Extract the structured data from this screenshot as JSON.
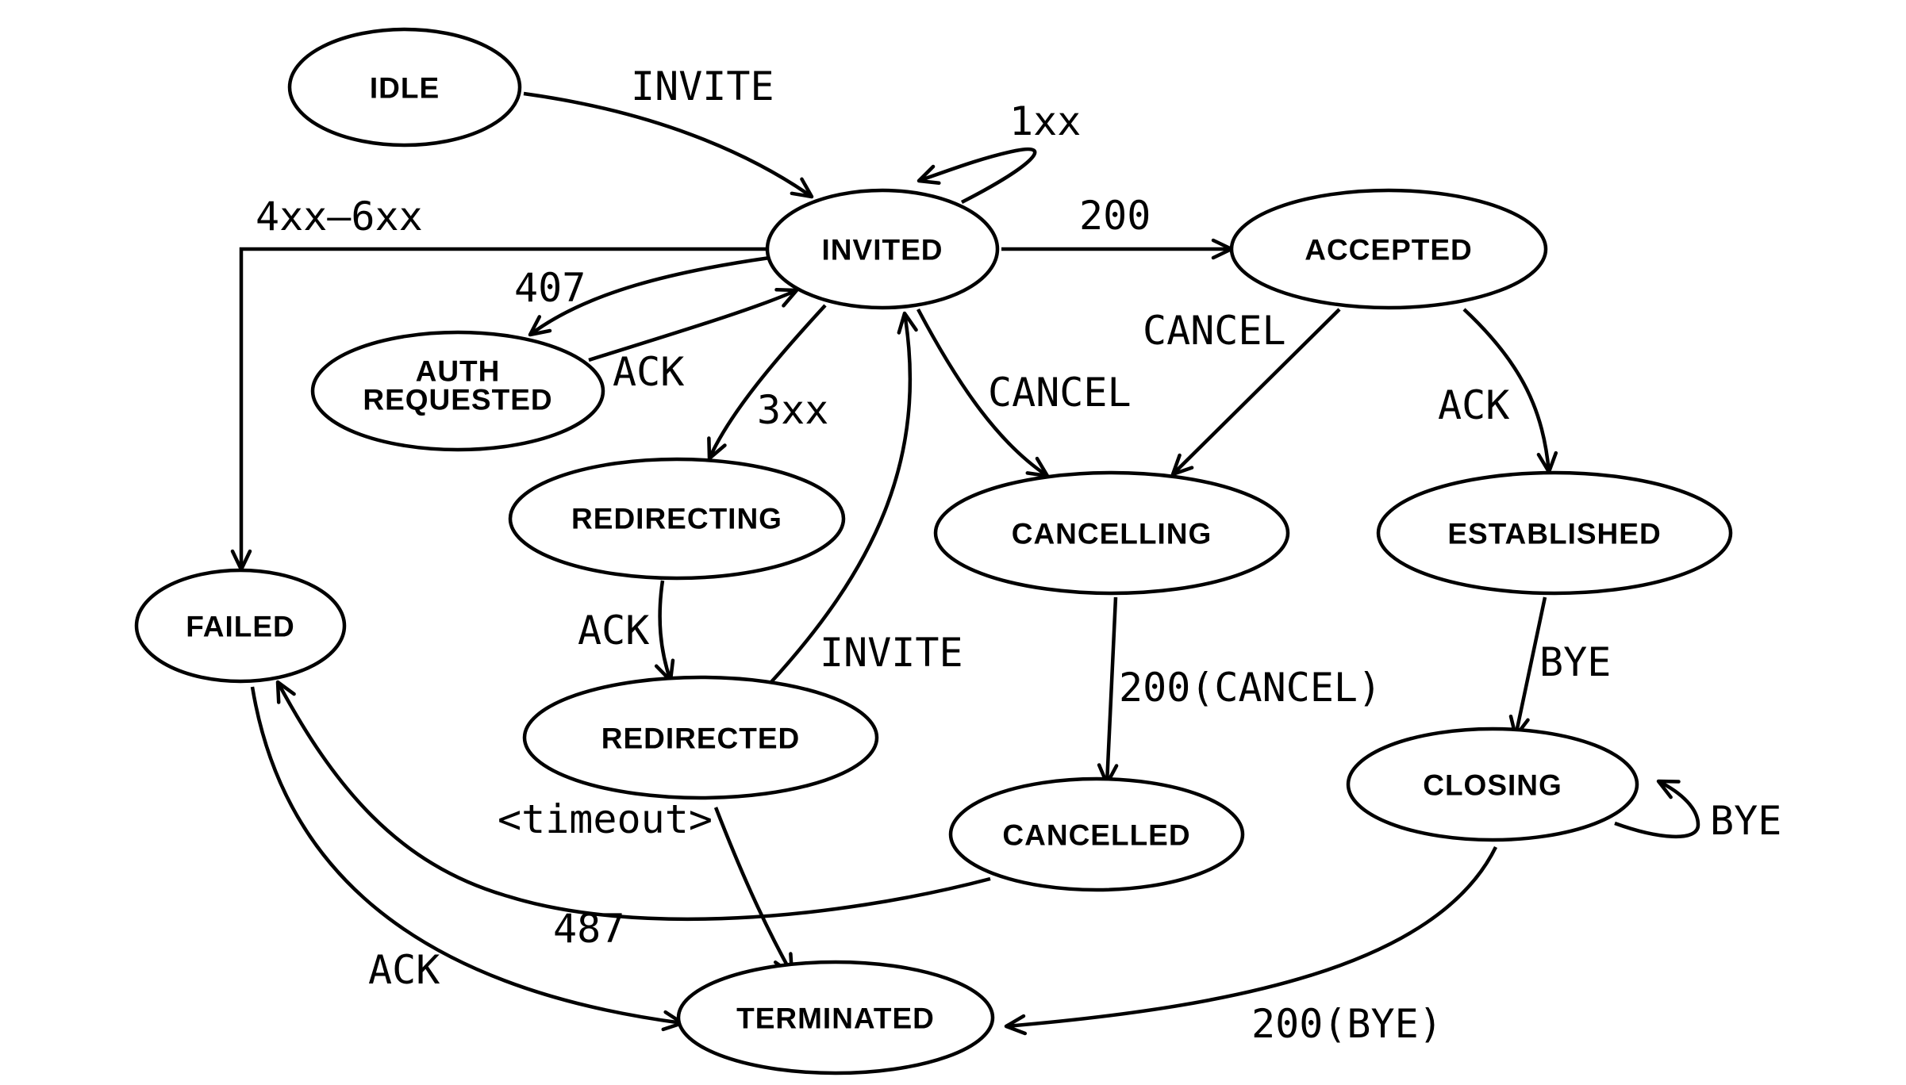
{
  "diagram": {
    "type": "state-machine",
    "stroke_color": "#000000",
    "background": "#ffffff",
    "nodes": {
      "idle": "IDLE",
      "invited": "INVITED",
      "accepted": "ACCEPTED",
      "auth_requested": [
        "AUTH",
        "REQUESTED"
      ],
      "redirecting": "REDIRECTING",
      "cancelling": "CANCELLING",
      "established": "ESTABLISHED",
      "failed": "FAILED",
      "redirected": "REDIRECTED",
      "cancelled": "CANCELLED",
      "closing": "CLOSING",
      "terminated": "TERMINATED"
    },
    "edges": {
      "idle_invited": "INVITE",
      "invited_self": "1xx",
      "invited_failed": "4xx–6xx",
      "invited_accepted": "200",
      "invited_auth": "407",
      "auth_invited": "ACK",
      "accepted_cancelling": "CANCEL",
      "invited_redirecting": "3xx",
      "invited_cancelling": "CANCEL",
      "accepted_established": "ACK",
      "redirecting_redirected": "ACK",
      "redirected_invited": "INVITE",
      "cancelling_cancelled": "200(CANCEL)",
      "established_closing": "BYE",
      "closing_self": "BYE",
      "redirected_terminated": "<timeout>",
      "cancelled_failed": "487",
      "failed_terminated": "ACK",
      "closing_terminated": "200(BYE)"
    }
  }
}
